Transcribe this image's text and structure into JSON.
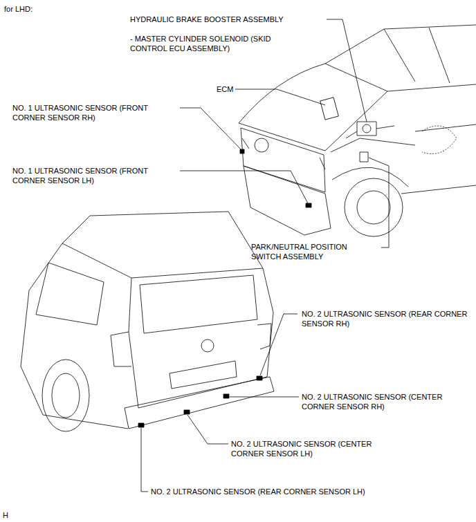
{
  "diagram": {
    "title": "for LHD:",
    "labels": [
      "HYDRAULIC BRAKE BOOSTER ASSEMBLY",
      "- MASTER CYLINDER SOLENOID (SKID CONTROL ECU ASSEMBLY)",
      "ECM",
      "NO. 1 ULTRASONIC SENSOR (FRONT CORNER SENSOR RH)",
      "NO. 1 ULTRASONIC SENSOR (FRONT CORNER SENSOR LH)",
      "PARK/NEUTRAL POSITION SWITCH ASSEMBLY",
      "NO. 2 ULTRASONIC SENSOR (REAR CORNER SENSOR RH)",
      "NO. 2 ULTRASONIC SENSOR (CENTER CORNER SENSOR RH)",
      "NO. 2 ULTRASONIC SENSOR (CENTER CORNER SENSOR LH)",
      "NO. 2 ULTRASONIC SENSOR (REAR CORNER SENSOR LH)",
      "H"
    ]
  }
}
